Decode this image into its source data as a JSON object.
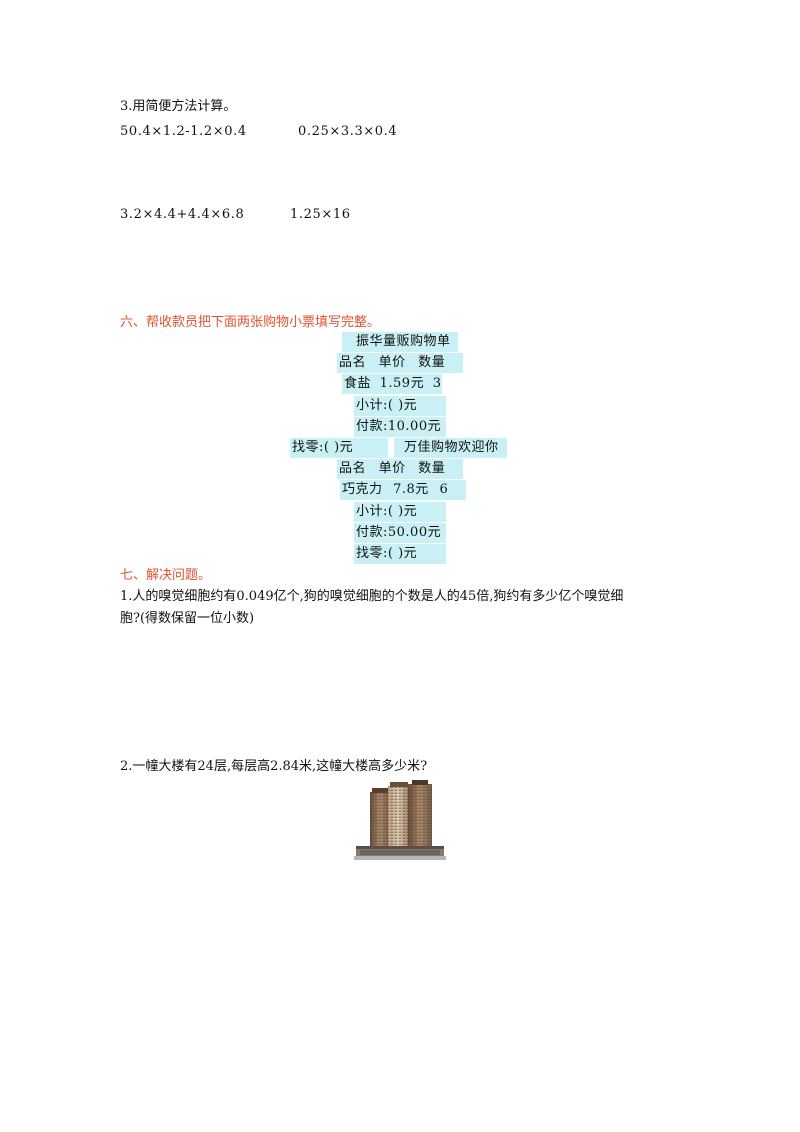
{
  "section3": {
    "title": "3.用简便方法计算。",
    "problems": [
      "50.4×1.2-1.2×0.4",
      "0.25×3.3×0.4",
      "3.2×4.4+4.4×6.8",
      "1.25×16"
    ]
  },
  "section6": {
    "title": "六、帮收款员把下面两张购物小票填写完整。",
    "receipt1": {
      "store": "振华量贩购物单",
      "header": "品名  单价  数量",
      "item": "食盐 1.59元 3",
      "subtotal": "小计:(   )元",
      "payment": "付款:10.00元",
      "change": "找零:(   )元"
    },
    "receipt2": {
      "store": "万佳购物欢迎你",
      "header": "品名  单价  数量",
      "item": "巧克力 7.8元 6",
      "subtotal": "小计:(   )元",
      "payment": "付款:50.00元",
      "change": "找零:(   )元"
    }
  },
  "section7": {
    "title": "七、解决问题。",
    "problem1_line1": "1.人的嗅觉细胞约有0.049亿个,狗的嗅觉细胞的个数是人的45倍,狗约有多少亿个嗅觉细",
    "problem1_line2": "胞?(得数保留一位小数)",
    "problem2": "2.一幢大楼有24层,每层高2.84米,这幢大楼高多少米?"
  },
  "colors": {
    "heading_red": "#e2512f",
    "highlight": "#c9f0f4"
  },
  "icons": {
    "building": "building-photo"
  }
}
